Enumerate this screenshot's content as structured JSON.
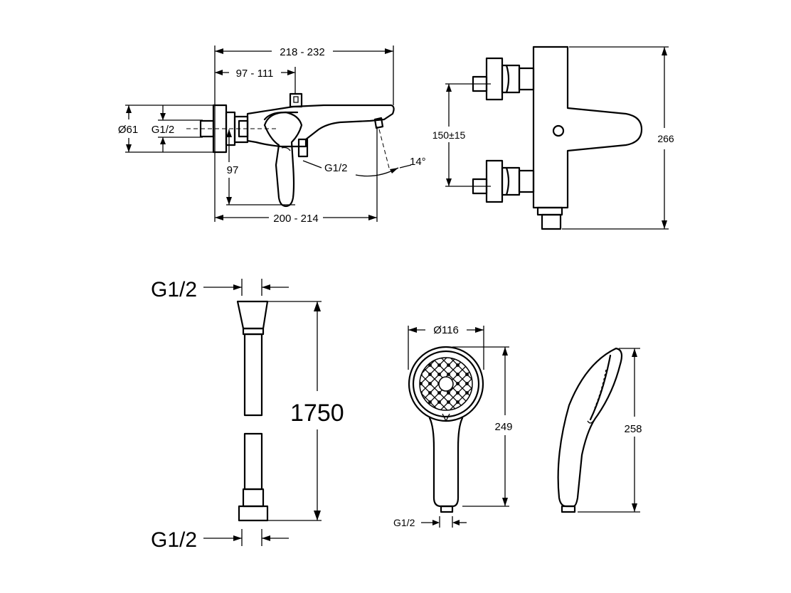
{
  "top_left": {
    "overall_width": "218 - 232",
    "center_distance": "97 - 111",
    "flange_diameter": "Ø61",
    "inlet_thread": "G1/2",
    "height_97": "97",
    "outlet_thread": "G1/2",
    "spout_angle": "14°",
    "bottom_width": "200 - 214"
  },
  "top_right": {
    "inlet_spacing": "150±15",
    "total_height": "266"
  },
  "hose": {
    "top_thread": "G1/2",
    "length": "1750",
    "bottom_thread": "G1/2"
  },
  "hand_shower": {
    "head_diameter": "Ø116",
    "front_height": "249",
    "connection_thread": "G1/2",
    "side_height": "258"
  }
}
